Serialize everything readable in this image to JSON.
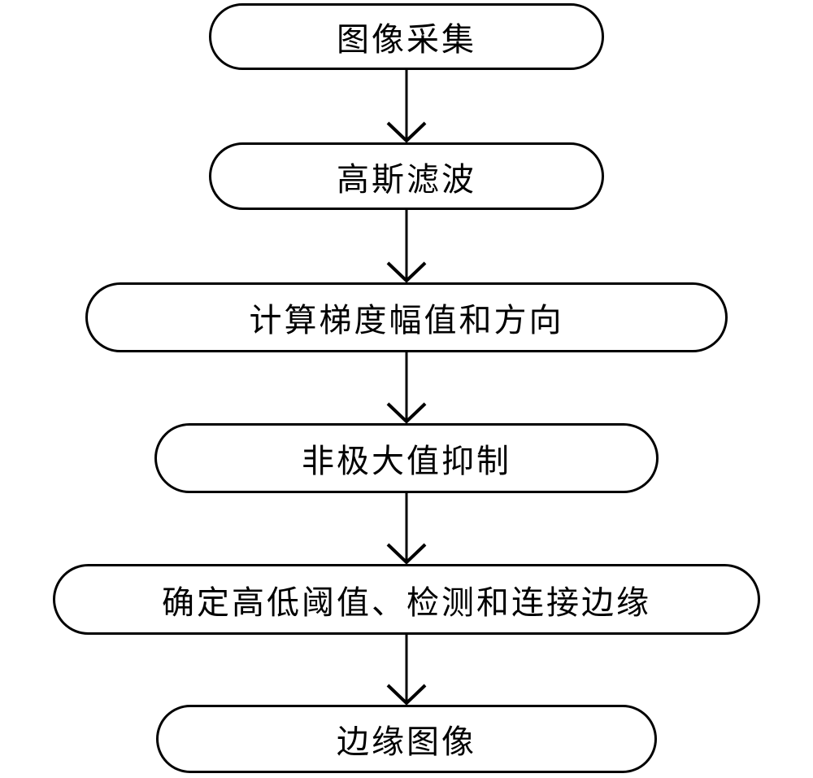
{
  "diagram": {
    "type": "flowchart",
    "direction": "top-down",
    "colors": {
      "stroke": "#000000",
      "node_fill": "#ffffff",
      "background": "#ffffff",
      "text": "#000000"
    },
    "nodes": [
      {
        "id": "image-acquisition",
        "label": "图像采集"
      },
      {
        "id": "gaussian-filter",
        "label": "高斯滤波"
      },
      {
        "id": "gradient-computation",
        "label": "计算梯度幅值和方向"
      },
      {
        "id": "non-maximum-suppression",
        "label": "非极大值抑制"
      },
      {
        "id": "threshold-edge-linking",
        "label": "确定高低阈值、检测和连接边缘"
      },
      {
        "id": "edge-image",
        "label": "边缘图像"
      }
    ],
    "edges": [
      {
        "from": "image-acquisition",
        "to": "gaussian-filter"
      },
      {
        "from": "gaussian-filter",
        "to": "gradient-computation"
      },
      {
        "from": "gradient-computation",
        "to": "non-maximum-suppression"
      },
      {
        "from": "non-maximum-suppression",
        "to": "threshold-edge-linking"
      },
      {
        "from": "threshold-edge-linking",
        "to": "edge-image"
      }
    ]
  }
}
